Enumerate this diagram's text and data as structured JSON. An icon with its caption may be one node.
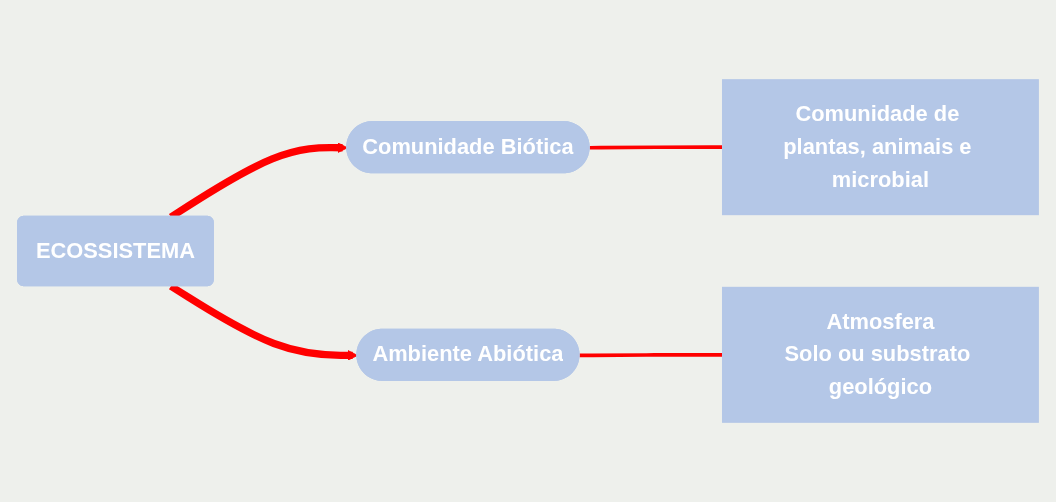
{
  "diagram": {
    "nodes": [
      {
        "text": [
          "ECOSSISTEMA"
        ]
      },
      {
        "text": [
          "Comunidade Biótica"
        ]
      },
      {
        "text": [
          "Ambiente Abiótica"
        ]
      },
      {
        "text": [
          "Comunidade de plantas, animais e microbial"
        ]
      },
      {
        "text": [
          "Atmosfera",
          "Solo ou substrato geológico"
        ]
      }
    ],
    "edges": [
      {
        "from": 0,
        "to": 1,
        "arrow": "to",
        "style": "thick",
        "color": "#ff0000"
      },
      {
        "from": 0,
        "to": 2,
        "arrow": "to",
        "style": "thick",
        "color": "#ff0000"
      },
      {
        "from": 1,
        "to": 3,
        "arrow": "none",
        "color": "#ff0000"
      },
      {
        "from": 2,
        "to": 4,
        "arrow": "none",
        "color": "#ff0000"
      }
    ]
  }
}
